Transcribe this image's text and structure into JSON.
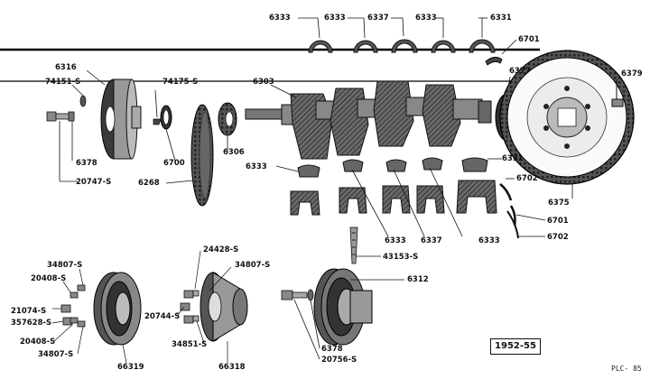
{
  "diagram": {
    "year_range": "1952-55",
    "plate_id": "PLC- 85",
    "parts": {
      "bearing_top_1": "6333",
      "bearing_top_2": "6333",
      "bearing_top_3": "6337",
      "bearing_top_4": "6333",
      "bearing_top_5": "6331",
      "rear_seal": "6701",
      "oil_slinger": "6377",
      "flywheel_bolt": "6379",
      "damper": "6316",
      "washer_left": "74151-S",
      "key_left": "74175-S",
      "crank_gear": "6306",
      "crankshaft": "6303",
      "timing_gear": "6268",
      "oil_seal": "6700",
      "bolt_left": "20747-S",
      "washer_small": "6378",
      "cap_left": "6333",
      "cap_right": "6331",
      "rear_upper": "6702",
      "flywheel": "6375",
      "rear_packing": "6701",
      "rear_packing_2": "6702",
      "cap_lower_1": "6333",
      "cap_lower_2": "6337",
      "cap_lower_3": "6333",
      "dowel": "43153-S",
      "pulley_center": "6312",
      "washer_center": "6378",
      "bolt_center": "20756-S",
      "p1_screw_a": "34807-S",
      "p1_bolt_b": "20408-S",
      "p1_washer": "21074-S",
      "p1_lock": "357628-S",
      "p1_bolt_c": "20408-S",
      "p1_screw_d": "34807-S",
      "pulley_1": "66319",
      "p2_washer": "24428-S",
      "p2_screw": "34807-S",
      "p2_bolt": "20744-S",
      "p2_lock": "34851-S",
      "pulley_2": "66318"
    }
  }
}
